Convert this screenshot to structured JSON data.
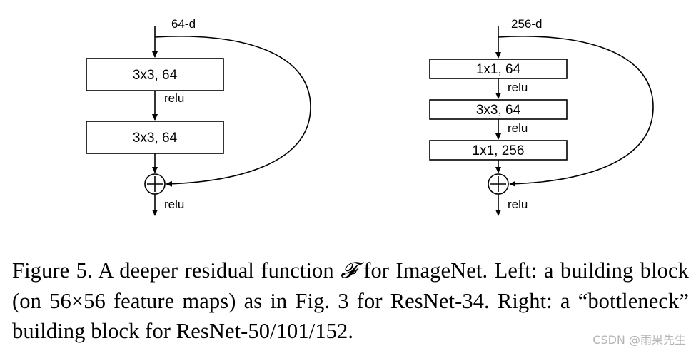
{
  "left_block": {
    "input_dim": "64-d",
    "layers": [
      "3x3, 64",
      "3x3, 64"
    ],
    "activations": [
      "relu",
      "relu"
    ]
  },
  "right_block": {
    "input_dim": "256-d",
    "layers": [
      "1x1, 64",
      "3x3, 64",
      "1x1, 256"
    ],
    "activations": [
      "relu",
      "relu",
      "relu"
    ]
  },
  "caption": {
    "prefix": "Figure 5. A deeper residual function ",
    "symbol": "𝓕",
    "suffix": " for ImageNet.  Left: a building block (on 56×56 feature maps) as in Fig. 3 for ResNet-34. Right: a “bottleneck” building block for ResNet-50/101/152."
  },
  "watermark": "CSDN @雨果先生"
}
